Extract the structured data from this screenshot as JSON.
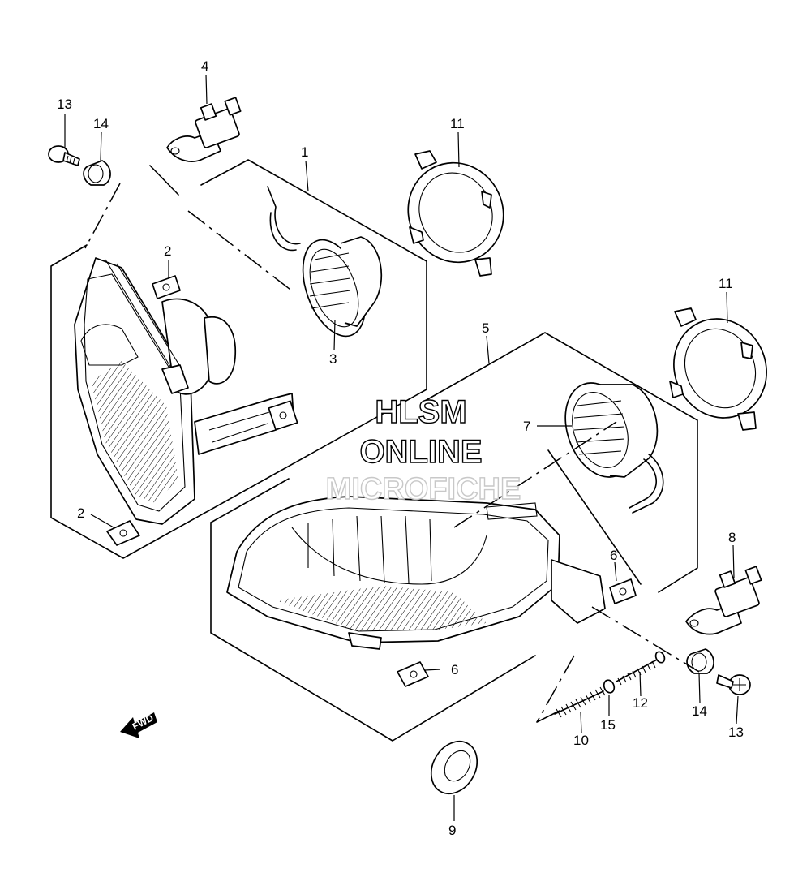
{
  "callouts": {
    "c1": "1",
    "c2a": "2",
    "c2b": "2",
    "c3": "3",
    "c4": "4",
    "c5": "5",
    "c6a": "6",
    "c6b": "6",
    "c7": "7",
    "c8": "8",
    "c9": "9",
    "c10": "10",
    "c11a": "11",
    "c11b": "11",
    "c12": "12",
    "c13a": "13",
    "c13b": "13",
    "c14a": "14",
    "c14b": "14",
    "c15": "15"
  },
  "watermark": {
    "line1": "HLSM",
    "line2": "ONLINE",
    "line3": "MICROFICHE"
  },
  "fwd_label": "FWD"
}
